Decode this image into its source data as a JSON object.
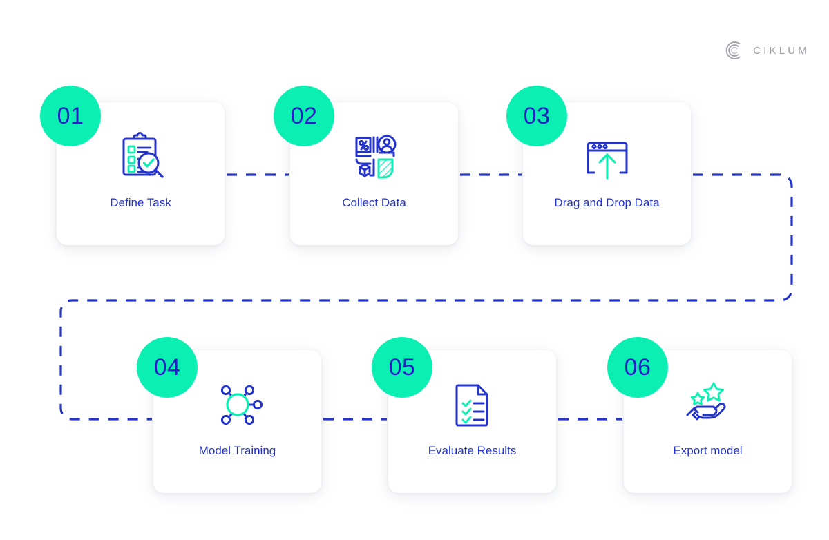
{
  "brand": {
    "name": "CIKLUM",
    "logo_icon": "ciklum-c-mark-icon",
    "logo_color": "#9b9ba4"
  },
  "theme": {
    "background": "#ffffff",
    "accent_green": "#0befb3",
    "accent_blue": "#2433cc",
    "badge_text_color": "#2222c4",
    "connector_color": "#2433cc",
    "card_background": "#ffffff"
  },
  "diagram": {
    "type": "process-flow",
    "rows": 2,
    "columns": 3,
    "flow_direction": "left-to-right, then wrap right-side down and continue left-to-right",
    "steps": [
      {
        "number": "01",
        "label": "Define Task",
        "icon": "clipboard-magnifier-check-icon",
        "row": 1,
        "column": 1
      },
      {
        "number": "02",
        "label": "Collect Data",
        "icon": "data-grid-percent-user-cube-icon",
        "row": 1,
        "column": 2
      },
      {
        "number": "03",
        "label": "Drag and Drop Data",
        "icon": "browser-upload-arrow-icon",
        "row": 1,
        "column": 3
      },
      {
        "number": "04",
        "label": "Model Training",
        "icon": "neural-network-nodes-icon",
        "row": 2,
        "column": 1
      },
      {
        "number": "05",
        "label": "Evaluate Results",
        "icon": "document-checklist-icon",
        "row": 2,
        "column": 2
      },
      {
        "number": "06",
        "label": "Export model",
        "icon": "hand-stars-icon",
        "row": 2,
        "column": 3
      }
    ],
    "connectors": [
      {
        "from": "01",
        "to": "02",
        "style": "dashed-horizontal"
      },
      {
        "from": "02",
        "to": "03",
        "style": "dashed-horizontal"
      },
      {
        "from": "03",
        "to": "04",
        "style": "dashed-wrap-around"
      },
      {
        "from": "04",
        "to": "05",
        "style": "dashed-horizontal"
      },
      {
        "from": "05",
        "to": "06",
        "style": "dashed-horizontal"
      }
    ]
  }
}
